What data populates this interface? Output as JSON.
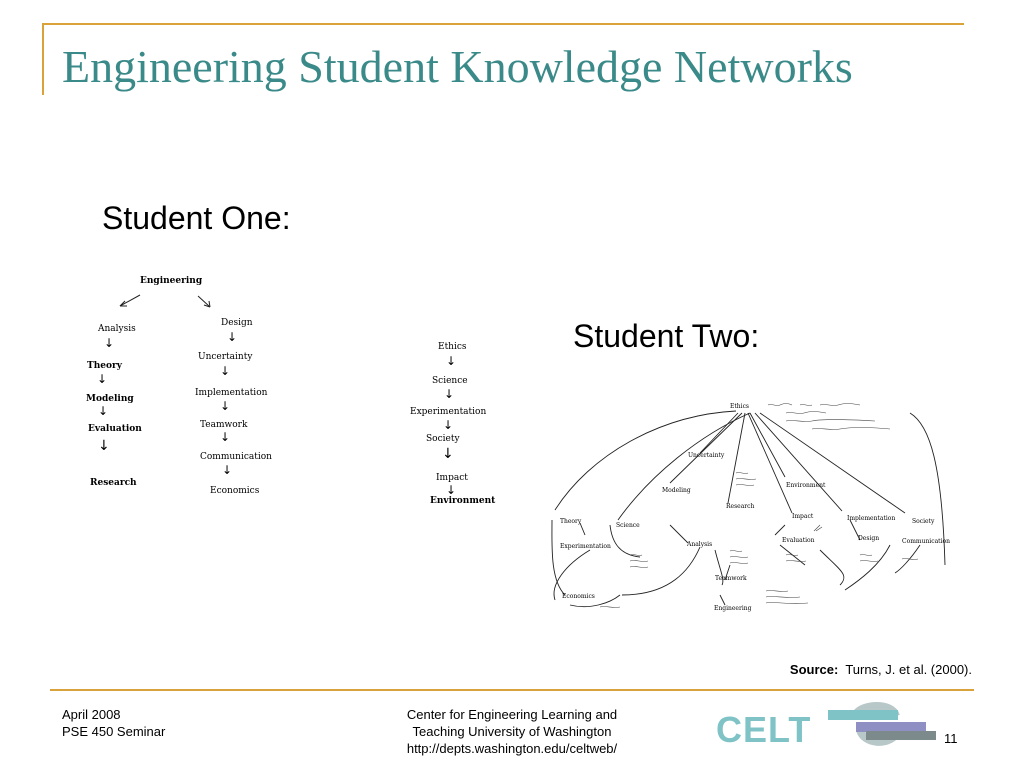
{
  "colors": {
    "accent": "#d9a23b",
    "title": "#3a8a89",
    "logo": "#7fc3c6"
  },
  "slide": {
    "title": "Engineering Student Knowledge Networks",
    "student_one_label": "Student One:",
    "student_two_label": "Student Two:"
  },
  "student_one": {
    "root": "Engineering",
    "left_chain": [
      "Analysis",
      "Theory",
      "Modeling",
      "Evaluation",
      "Research"
    ],
    "right_chain": [
      "Design",
      "Uncertainty",
      "Implementation",
      "Teamwork",
      "Communication",
      "Economics"
    ],
    "side_chain": [
      "Ethics",
      "Science",
      "Experimentation",
      "Society",
      "Impact",
      "Environment"
    ]
  },
  "student_two": {
    "nodes": {
      "ethics": "Ethics",
      "uncertainty": "Uncertainty",
      "environment": "Environment",
      "modeling": "Modeling",
      "research": "Research",
      "impact": "Impact",
      "implementation": "Implementation",
      "society": "Society",
      "theory": "Theory",
      "science": "Science",
      "experimentation": "Experimentation",
      "analysis": "Analysis",
      "evaluation": "Evaluation",
      "design": "Design",
      "communication": "Communication",
      "teamwork": "Teamwork",
      "economics": "Economics",
      "engineering": "Engineering"
    }
  },
  "source": {
    "label": "Source:",
    "text": "Turns, J. et al. (2000)."
  },
  "footer": {
    "date": "April 2008",
    "course": "PSE 450 Seminar",
    "center_line1": "Center for Engineering Learning and",
    "center_line2": "Teaching University of Washington",
    "center_url": "http://depts.washington.edu/celtweb/",
    "logo_text": "CELT",
    "page_number": "11"
  }
}
